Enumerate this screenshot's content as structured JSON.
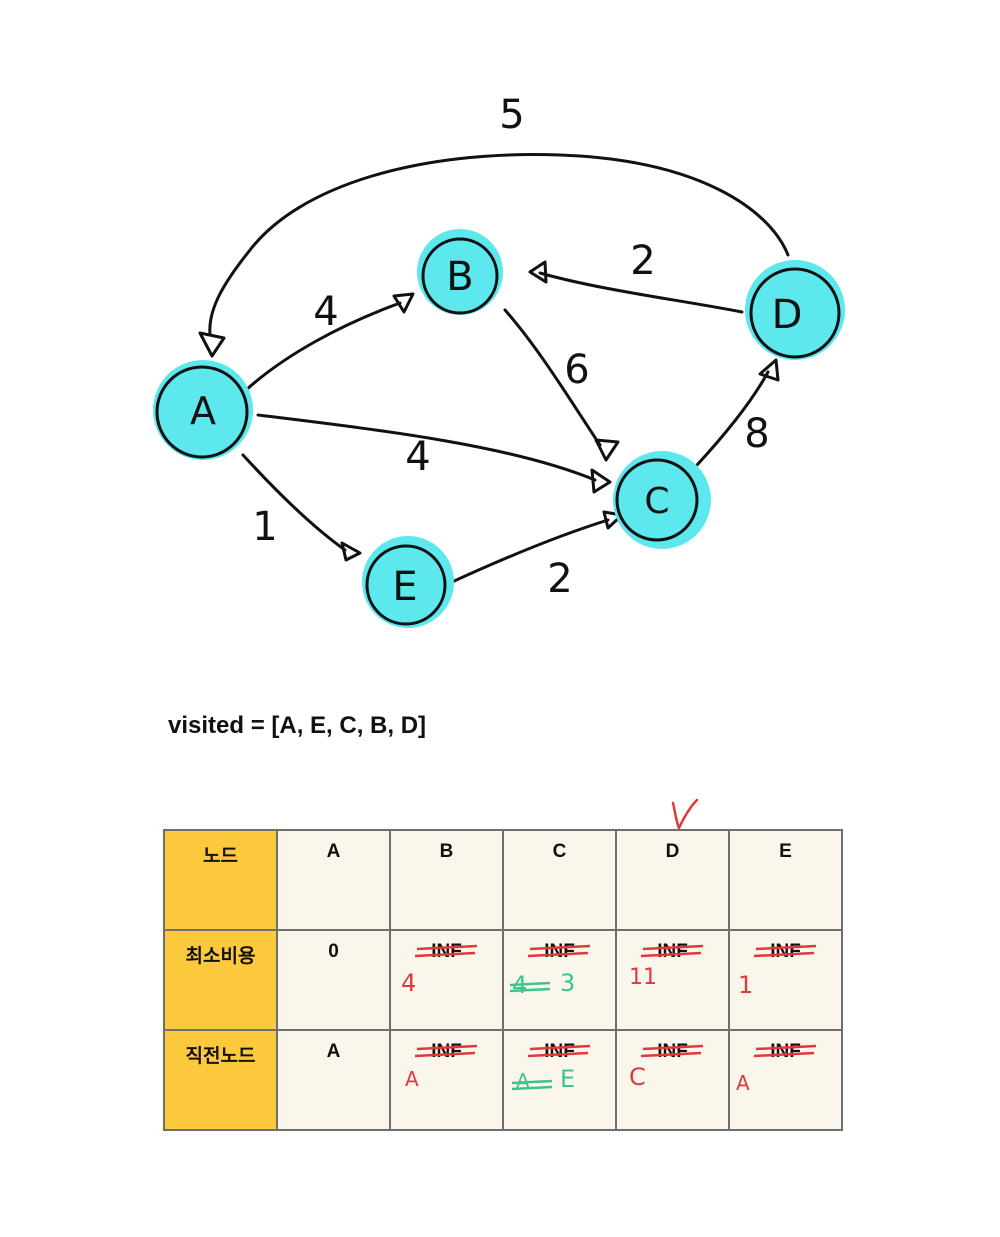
{
  "graph": {
    "nodes": [
      {
        "id": "A",
        "label": "A"
      },
      {
        "id": "B",
        "label": "B"
      },
      {
        "id": "C",
        "label": "C"
      },
      {
        "id": "D",
        "label": "D"
      },
      {
        "id": "E",
        "label": "E"
      }
    ],
    "edges": [
      {
        "from": "A",
        "to": "B",
        "weight": "4"
      },
      {
        "from": "A",
        "to": "C",
        "weight": "4"
      },
      {
        "from": "A",
        "to": "E",
        "weight": "1"
      },
      {
        "from": "B",
        "to": "C",
        "weight": "6"
      },
      {
        "from": "E",
        "to": "C",
        "weight": "2"
      },
      {
        "from": "C",
        "to": "D",
        "weight": "8"
      },
      {
        "from": "D",
        "to": "B",
        "weight": "2"
      },
      {
        "from": "D",
        "to": "A",
        "weight": "5"
      }
    ],
    "colors": {
      "node_fill": "#5ce8ec",
      "stroke": "#111111"
    }
  },
  "visited_text": "visited = [A, E, C, B, D]",
  "table": {
    "header": [
      "노드",
      "A",
      "B",
      "C",
      "D",
      "E"
    ],
    "rows": [
      {
        "label": "최소비용",
        "cells": [
          "0",
          "INF",
          "INF",
          "INF",
          "INF"
        ]
      },
      {
        "label": "직전노드",
        "cells": [
          "A",
          "INF",
          "INF",
          "INF",
          "INF"
        ]
      }
    ],
    "annotations": {
      "cost": {
        "B": "4",
        "C_old": "4",
        "C_new": "3",
        "D": "11",
        "E": "1"
      },
      "prev": {
        "B": "A",
        "C_old": "A",
        "C_new": "E",
        "D": "C",
        "E": "A"
      }
    },
    "colors": {
      "header_fill": "#fdc93c",
      "cell_fill": "#faf6ec",
      "border": "#6f6f6f",
      "red_ink": "#e0393a",
      "green_ink": "#3dc58f"
    }
  }
}
